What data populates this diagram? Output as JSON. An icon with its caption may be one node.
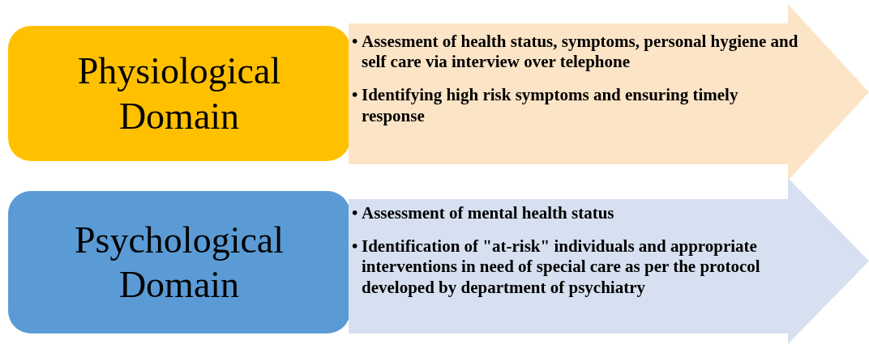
{
  "diagram": {
    "nodes": [
      {
        "text": [
          "Physiological Domain"
        ]
      },
      {
        "text": [
          "Assesment of health status, symptoms, personal hygiene and self care via interview over telephone",
          "Identifying high risk symptoms and ensuring timely response"
        ]
      },
      {
        "text": [
          "Psychological Domain"
        ]
      },
      {
        "text": [
          "Assessment of mental health status",
          "Identification of \"at-risk\" individuals and appropriate interventions in need of special care as per the protocol developed by department of psychiatry"
        ]
      }
    ],
    "labels": [
      "•",
      "•",
      "•",
      "•"
    ]
  }
}
